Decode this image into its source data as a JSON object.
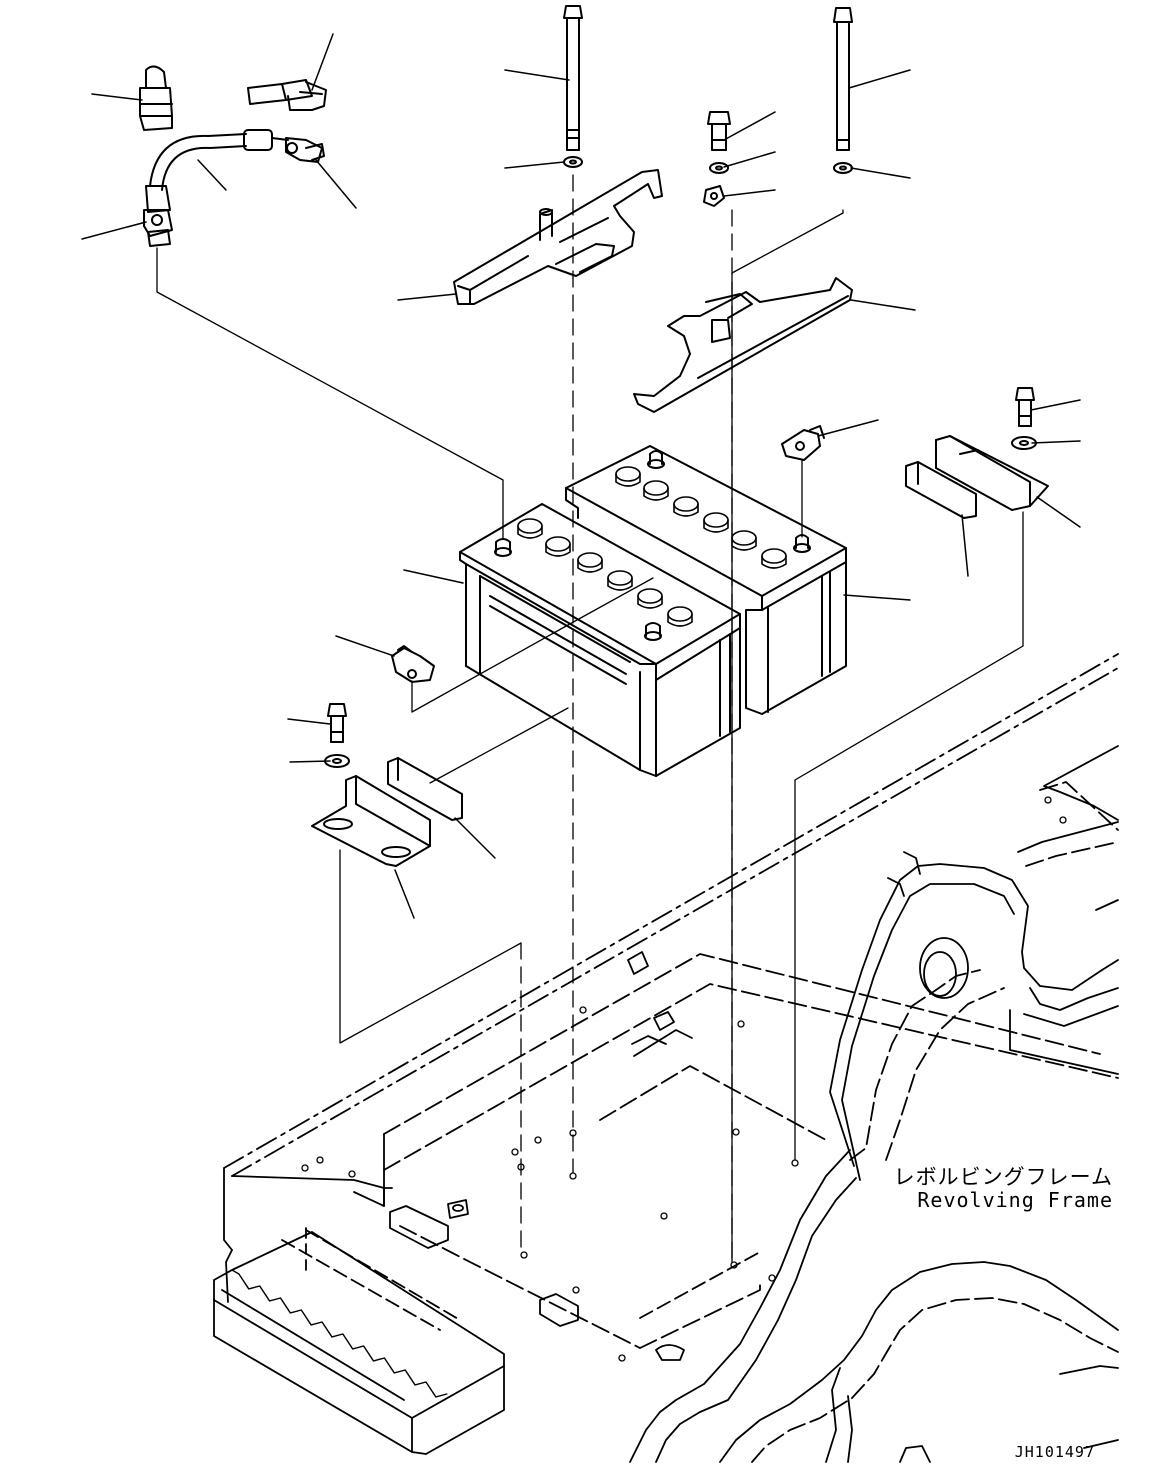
{
  "labels": {
    "frame_jp": "レボルビングフレーム",
    "frame_en": "Revolving Frame",
    "drawing_id": "JH101497"
  },
  "style": {
    "line": "#000000",
    "background": "#ffffff"
  }
}
